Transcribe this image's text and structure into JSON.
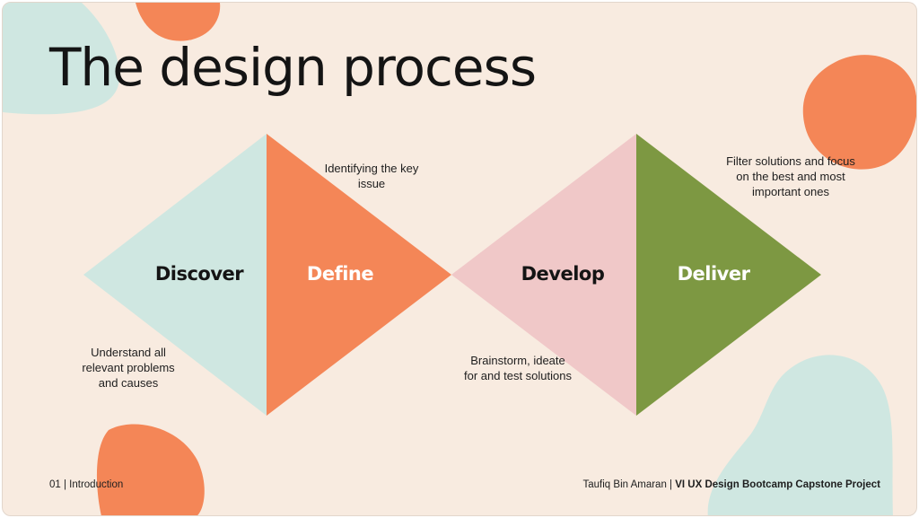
{
  "slide": {
    "title": "The design process",
    "stages": [
      {
        "name": "Discover",
        "color": "#cfe7e1",
        "text_color": "#141414"
      },
      {
        "name": "Define",
        "color": "#f48657",
        "text_color": "#ffffff"
      },
      {
        "name": "Develop",
        "color": "#f0c8c8",
        "text_color": "#141414"
      },
      {
        "name": "Deliver",
        "color": "#7d9842",
        "text_color": "#ffffff"
      }
    ],
    "notes": {
      "discover": "Understand all relevant problems and causes",
      "define": "Identifying the key issue",
      "develop": "Brainstorm, ideate for and test solutions",
      "deliver": "Filter solutions and focus on the best and most important ones"
    },
    "footer": {
      "section": "01 | Introduction",
      "author": "Taufiq Bin Amaran | ",
      "project": "VI UX Design Bootcamp Capstone Project"
    }
  },
  "colors": {
    "background": "#f8ebe0",
    "accent_orange": "#f48657",
    "accent_mint": "#cfe7e1",
    "accent_pink": "#f0c8c8",
    "accent_green": "#7d9842"
  }
}
